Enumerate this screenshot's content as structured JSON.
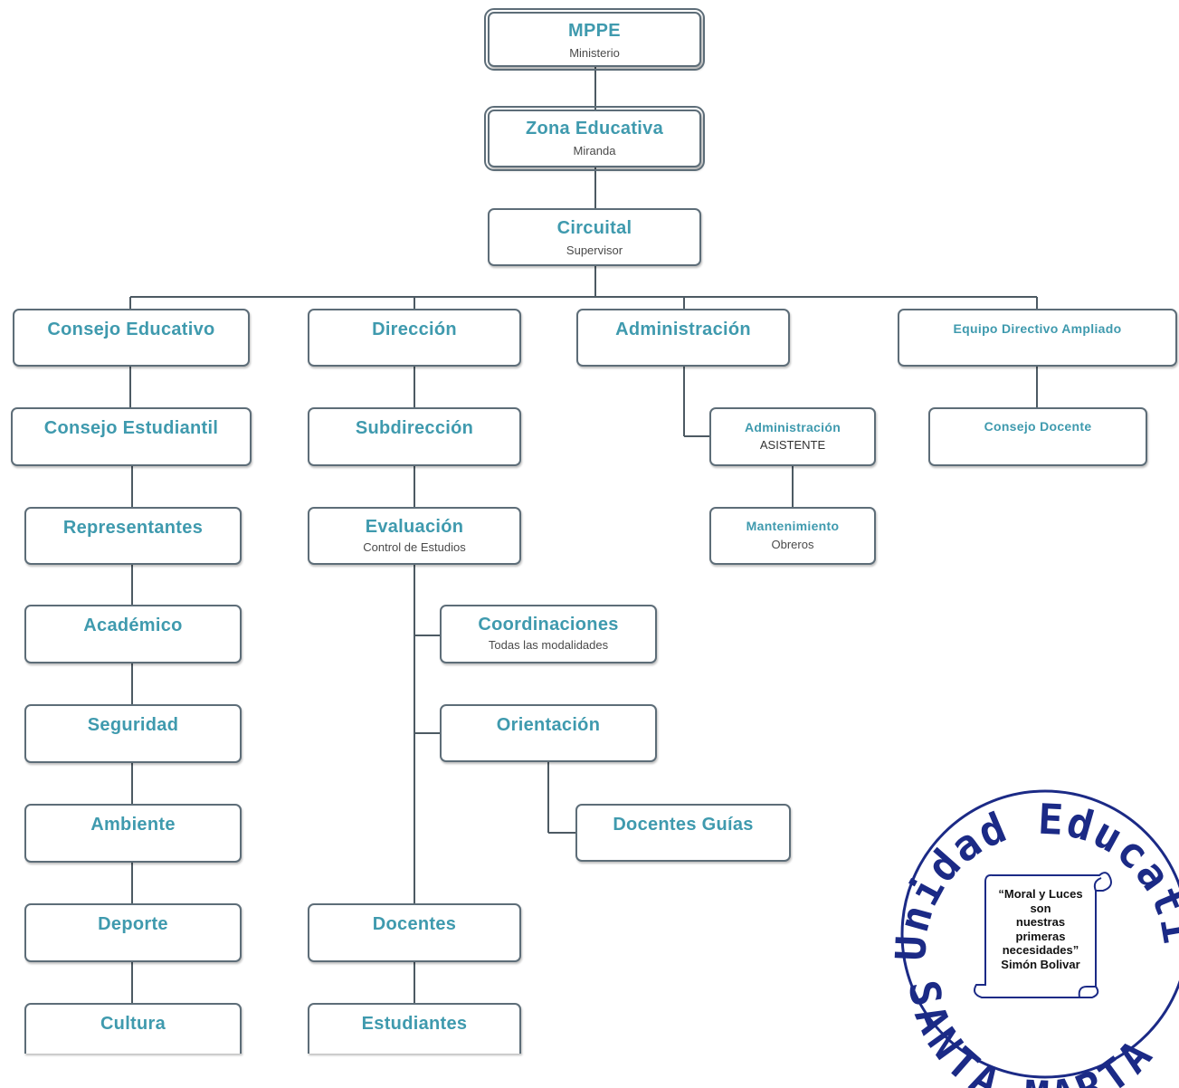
{
  "nodes": {
    "mppe": {
      "title": "MPPE",
      "subtitle": "Ministerio"
    },
    "zona": {
      "title": "Zona Educativa",
      "subtitle": "Miranda"
    },
    "circuital": {
      "title": "Circuital",
      "subtitle": "Supervisor"
    },
    "consejo_educativo": {
      "title": "Consejo Educativo"
    },
    "direccion": {
      "title": "Dirección"
    },
    "administracion": {
      "title": "Administración"
    },
    "equipo_directivo": {
      "title": "Equipo Directivo Ampliado"
    },
    "consejo_estudiantil": {
      "title": "Consejo Estudiantil"
    },
    "subdireccion": {
      "title": "Subdirección"
    },
    "administracion_asistente": {
      "title": "Administración",
      "subtitle": "ASISTENTE"
    },
    "consejo_docente": {
      "title": "Consejo Docente"
    },
    "representantes": {
      "title": "Representantes"
    },
    "evaluacion": {
      "title": "Evaluación",
      "subtitle": "Control de Estudios"
    },
    "mantenimiento": {
      "title": "Mantenimiento",
      "subtitle": "Obreros"
    },
    "academico": {
      "title": "Académico"
    },
    "coordinaciones": {
      "title": "Coordinaciones",
      "subtitle": "Todas las modalidades"
    },
    "seguridad": {
      "title": "Seguridad"
    },
    "orientacion": {
      "title": "Orientación"
    },
    "ambiente": {
      "title": "Ambiente"
    },
    "docentes_guias": {
      "title": "Docentes Guías"
    },
    "deporte": {
      "title": "Deporte"
    },
    "docentes": {
      "title": "Docentes"
    },
    "cultura": {
      "title": "Cultura"
    },
    "estudiantes": {
      "title": "Estudiantes"
    }
  },
  "seal": {
    "top_text": "Unidad Educativa",
    "bottom_text": "SANTA MARTA",
    "motto": [
      "“Moral y Luces",
      "son",
      "nuestras",
      "primeras",
      "necesidades”",
      "Simón Bolivar"
    ],
    "color": "#1b2a86"
  }
}
